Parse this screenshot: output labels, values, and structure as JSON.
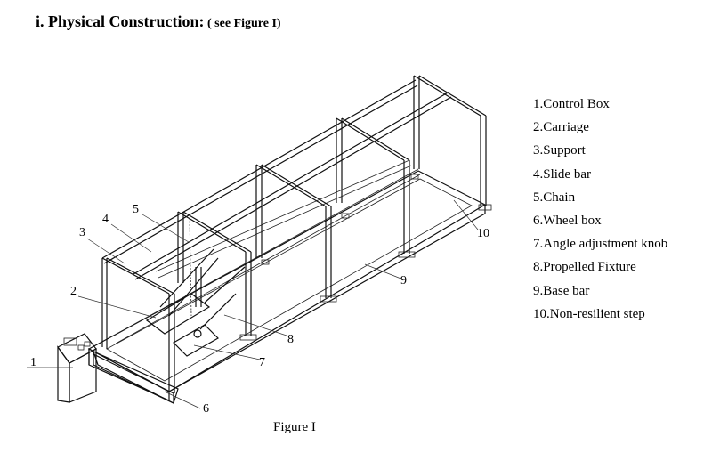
{
  "heading": {
    "main": "i. Physical Construction:",
    "paren_prefix": " ( see ",
    "paren_ref": "Figure I",
    "paren_suffix": ")"
  },
  "legend": [
    "1.Control Box",
    "2.Carriage",
    "3.Support",
    "4.Slide bar",
    "5.Chain",
    "6.Wheel box",
    "7.Angle adjustment knob",
    "8.Propelled Fixture",
    "9.Base bar",
    "10.Non-resilient step"
  ],
  "callouts": [
    "1",
    "2",
    "3",
    "4",
    "5",
    "6",
    "7",
    "8",
    "9",
    "10"
  ],
  "caption": "Figure I"
}
